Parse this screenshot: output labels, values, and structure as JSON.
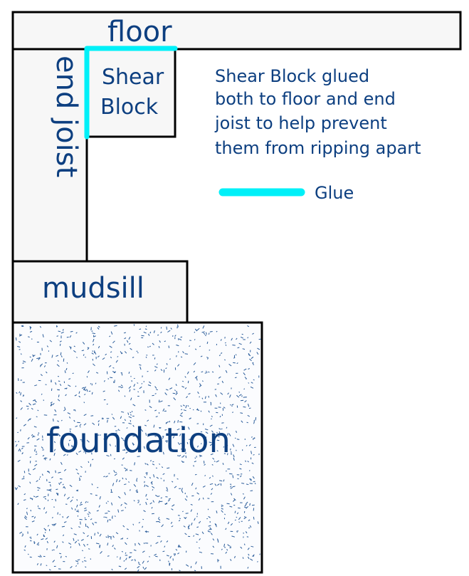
{
  "labels": {
    "floor": "floor",
    "end_joist": "end joist",
    "shear_block_line1": "Shear",
    "shear_block_line2": "Block",
    "mudsill": "mudsill",
    "foundation": "foundation"
  },
  "note": {
    "line1": "Shear Block glued",
    "line2": "both to floor and end",
    "line3": "joist to help prevent",
    "line4": "them from ripping apart"
  },
  "legend": {
    "glue_label": "Glue"
  },
  "colors": {
    "wood_fill": "#f7f7f7",
    "outline": "#000000",
    "text": "#0d3f80",
    "glue": "#00f0f8",
    "speckle": "#2a5c9a"
  }
}
